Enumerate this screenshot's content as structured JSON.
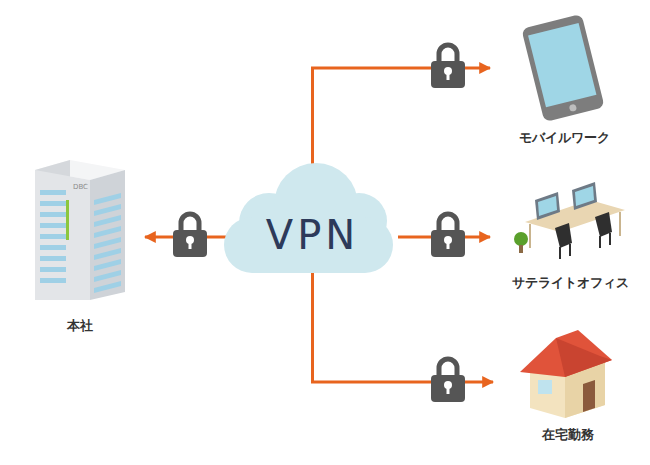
{
  "diagram": {
    "nodes": [
      {
        "text": [
          "本社"
        ]
      },
      {
        "text": [
          "VPN"
        ]
      },
      {
        "text": [
          "モバイルワーク"
        ]
      },
      {
        "text": [
          "サテライトオフィス"
        ]
      },
      {
        "text": [
          "在宅勤務"
        ]
      }
    ],
    "edges": [
      {
        "from": 1,
        "to": 0,
        "arrow": "to"
      },
      {
        "from": 1,
        "to": 2,
        "arrow": "to"
      },
      {
        "from": 1,
        "to": 3,
        "arrow": "to"
      },
      {
        "from": 1,
        "to": 4,
        "arrow": "to"
      }
    ],
    "labels": [
      "DBC"
    ]
  }
}
